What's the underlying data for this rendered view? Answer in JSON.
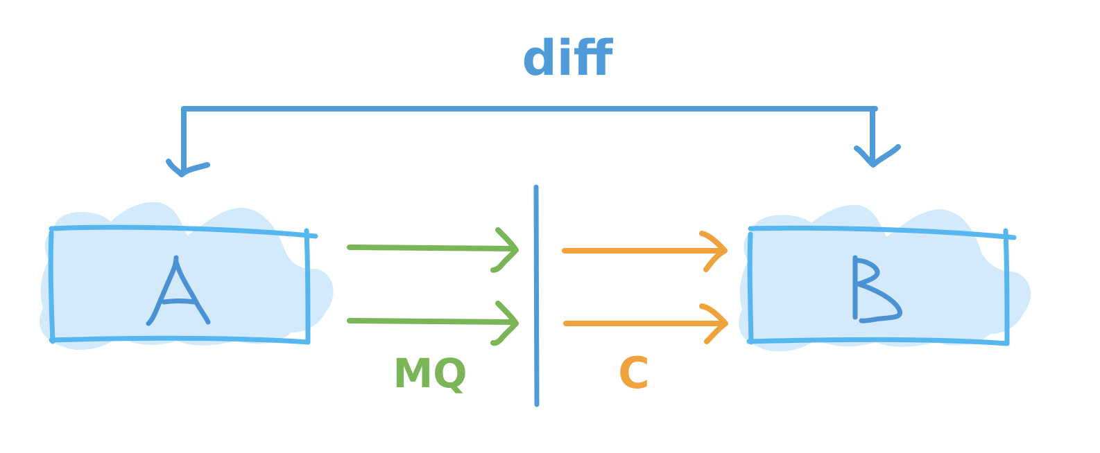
{
  "diagram": {
    "top_label": "diff",
    "node_left": "A",
    "node_right": "B",
    "label_left_channel": "MQ",
    "label_right_channel": "C",
    "colors": {
      "blue_line": "#4f9bd9",
      "box_stroke": "#55b6f0",
      "cloud_fill": "#d2eafb",
      "green": "#7ab657",
      "orange": "#f0a33c",
      "letter_blue": "#4a92d3"
    }
  }
}
